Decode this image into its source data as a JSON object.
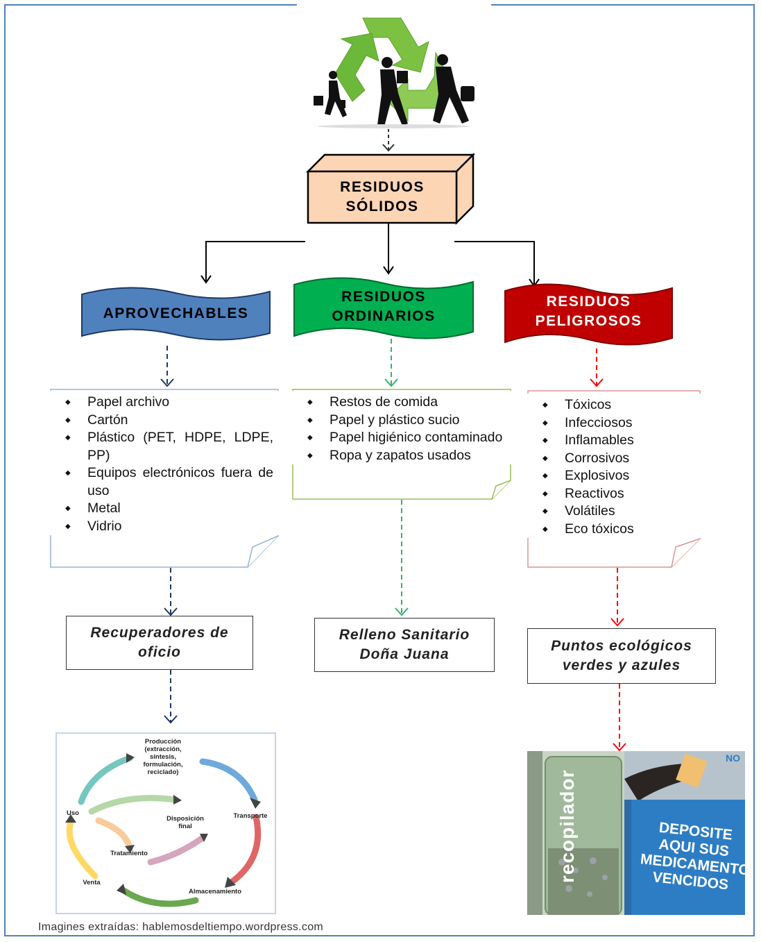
{
  "colors": {
    "frame": "#4f81bd",
    "center_box": "#fcd5b5",
    "aprovechables": "#4f81bd",
    "ordinarios": "#00b050",
    "peligrosos": "#c00000",
    "arrow_blue": "#1f3864",
    "arrow_green": "#33b26b",
    "arrow_red": "#ff0000"
  },
  "header_image": {
    "icon": "recycle-people-icon"
  },
  "center": {
    "line1": "RESIDUOS",
    "line2": "SÓLIDOS"
  },
  "categories": [
    {
      "id": "aprovechables",
      "title": "APROVECHABLES"
    },
    {
      "id": "ordinarios",
      "line1": "RESIDUOS",
      "line2": "ORDINARIOS"
    },
    {
      "id": "peligrosos",
      "line1": "RESIDUOS",
      "line2": "PELIGROSOS"
    }
  ],
  "lists": {
    "aprovechables": [
      "Papel archivo",
      "Cartón",
      "Plástico (PET, HDPE, LDPE, PP)",
      "Equipos electrónicos fuera de uso",
      "Metal",
      "Vidrio"
    ],
    "ordinarios": [
      "Restos de comida",
      "Papel y plástico sucio",
      "Papel higiénico contaminado",
      "Ropa y zapatos usados"
    ],
    "peligrosos": [
      "Tóxicos",
      "Infecciosos",
      "Inflamables",
      "Corrosivos",
      "Explosivos",
      "Reactivos",
      "Volátiles",
      "Eco tóxicos"
    ]
  },
  "destinations": {
    "aprovechables": {
      "line1": "Recuperadores de",
      "line2": "oficio"
    },
    "ordinarios": {
      "line1": "Relleno Sanitario",
      "line2": "Doña Juana"
    },
    "peligrosos": {
      "line1": "Puntos ecológicos",
      "line2": "verdes y azules"
    }
  },
  "lifecycle": {
    "produccion": "Producción\n(extracción,\nsíntesis,\nformulación,\nreciclado)",
    "transporte": "Transporte",
    "almacenamiento": "Almacenamiento",
    "venta": "Venta",
    "uso": "Uso",
    "tratamiento": "Tratamiento",
    "disposicion": "Disposición\nfinal"
  },
  "photo": {
    "container_text": "recopilador",
    "sign_text": "DEPOSITE\nAQUI SUS\nMEDICAMENTOS\nVENCIDOS",
    "corner_text": "NO"
  },
  "credit": "Imagines extraídas:  hablemosdeltiempo.wordpress.com"
}
